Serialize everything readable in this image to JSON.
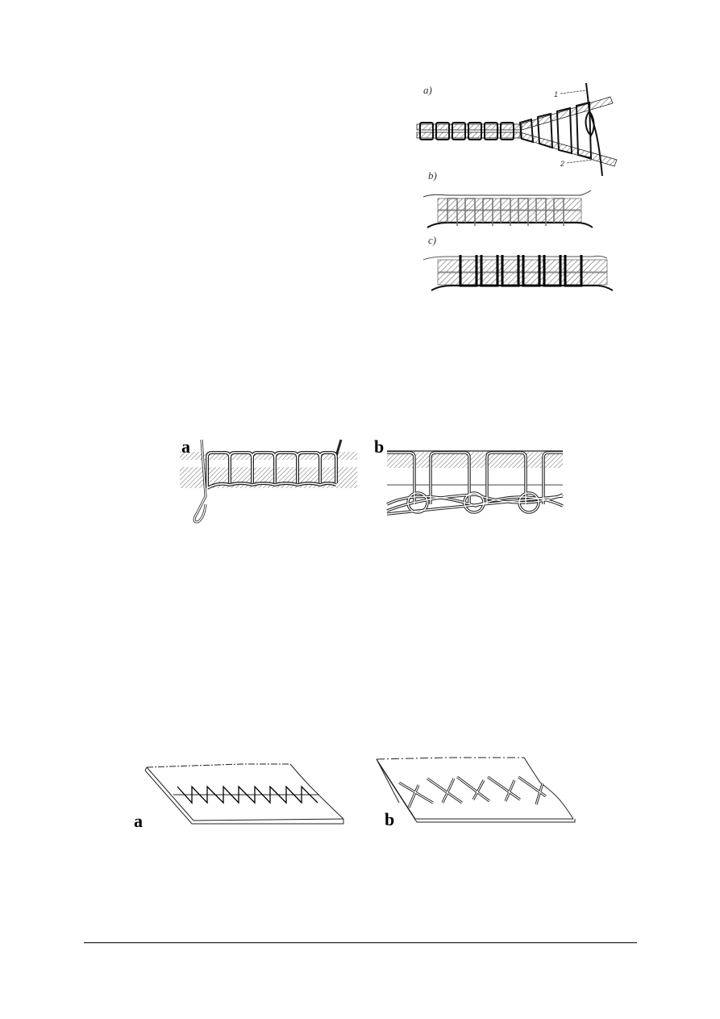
{
  "figures": [
    {
      "id": "fig-seam-sections",
      "panels": [
        {
          "label": "a)",
          "callouts": [
            "1",
            "2"
          ]
        },
        {
          "label": "b)"
        },
        {
          "label": "c)"
        }
      ]
    },
    {
      "id": "fig-chain-stitch",
      "panels": [
        {
          "label": "a"
        },
        {
          "label": "b"
        }
      ]
    },
    {
      "id": "fig-zigzag-stitch",
      "panels": [
        {
          "label": "a"
        },
        {
          "label": "b"
        }
      ]
    }
  ],
  "colors": {
    "ink": "#000000",
    "hatch": "#555555",
    "background": "#ffffff"
  }
}
